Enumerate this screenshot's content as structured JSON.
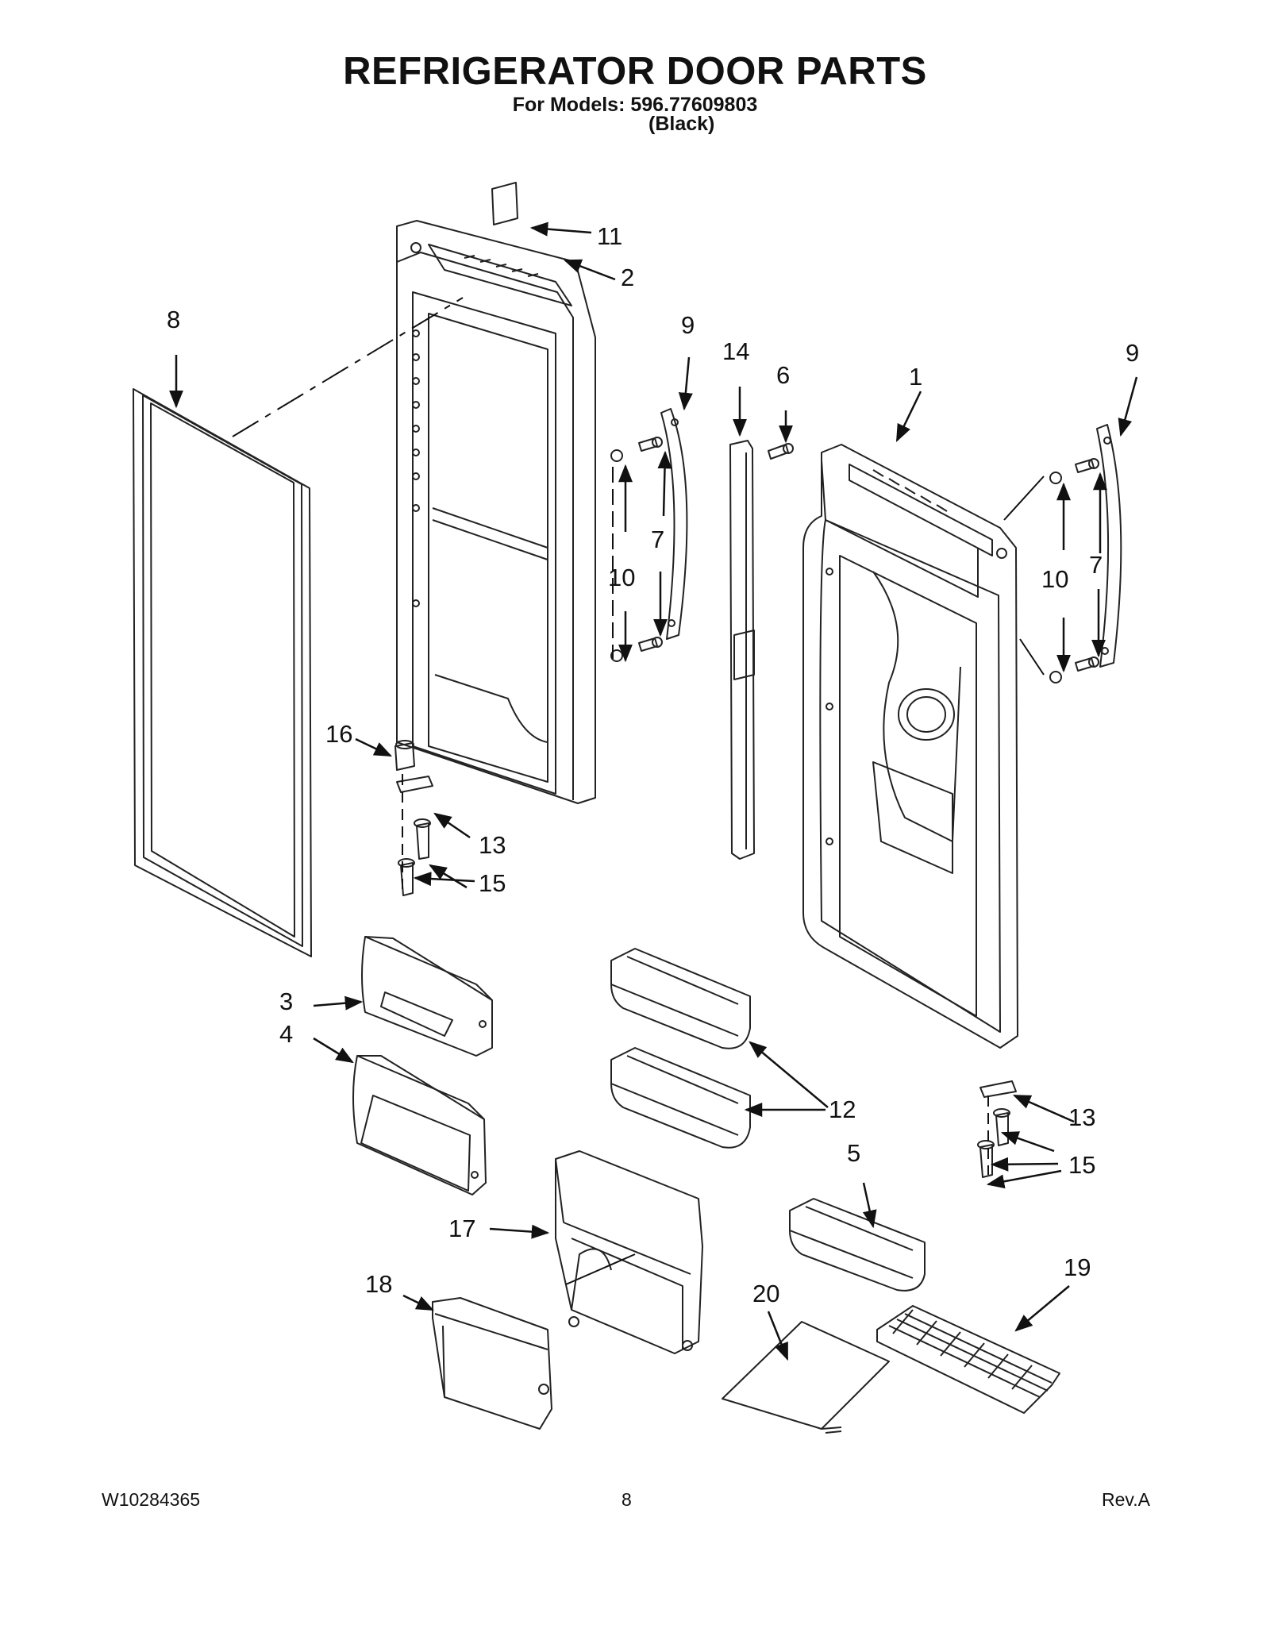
{
  "header": {
    "title": "REFRIGERATOR DOOR PARTS",
    "models_line": "For Models: 596.77609803",
    "color_line": "(Black)"
  },
  "callouts": {
    "c1": "1",
    "c2": "2",
    "c3": "3",
    "c4": "4",
    "c5": "5",
    "c6": "6",
    "c7a": "7",
    "c7b": "7",
    "c8": "8",
    "c9a": "9",
    "c9b": "9",
    "c10a": "10",
    "c10b": "10",
    "c11": "11",
    "c12": "12",
    "c13a": "13",
    "c13b": "13",
    "c14": "14",
    "c15a": "15",
    "c15b": "15",
    "c16": "16",
    "c17": "17",
    "c18": "18",
    "c19": "19",
    "c20": "20"
  },
  "footer": {
    "doc_number": "W10284365",
    "page_number": "8",
    "revision": "Rev.A"
  }
}
